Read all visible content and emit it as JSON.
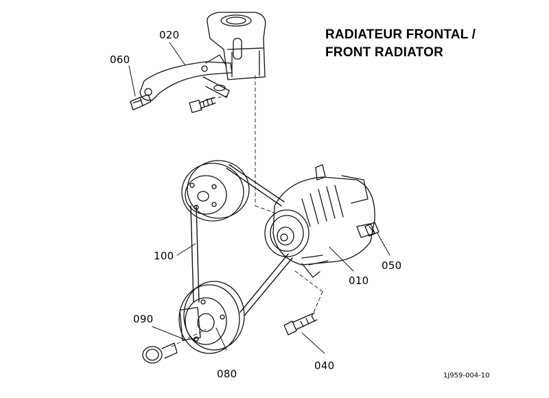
{
  "title": {
    "line1": "RADIATEUR FRONTAL /",
    "line2": "FRONT RADIATOR"
  },
  "callouts": {
    "p020": "020",
    "p060": "060",
    "p100": "100",
    "p090": "090",
    "p080": "080",
    "p040": "040",
    "p010": "010",
    "p050": "050"
  },
  "reference": "1J959-004-10"
}
